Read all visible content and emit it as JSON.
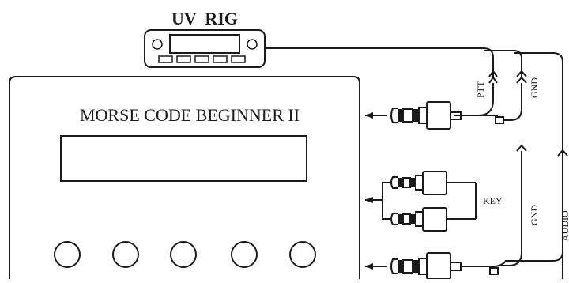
{
  "radio": {
    "label": "UV  RIG"
  },
  "device": {
    "title": "MORSE CODE BEGINNER II",
    "knob_count": 5
  },
  "labels": {
    "ptt": "PTT",
    "gnd_top": "GND",
    "gnd_lower": "GND",
    "key": "KEY",
    "audio": "AUDIO"
  },
  "colors": {
    "line": "#1a1a1a",
    "background": "#ffffff"
  }
}
